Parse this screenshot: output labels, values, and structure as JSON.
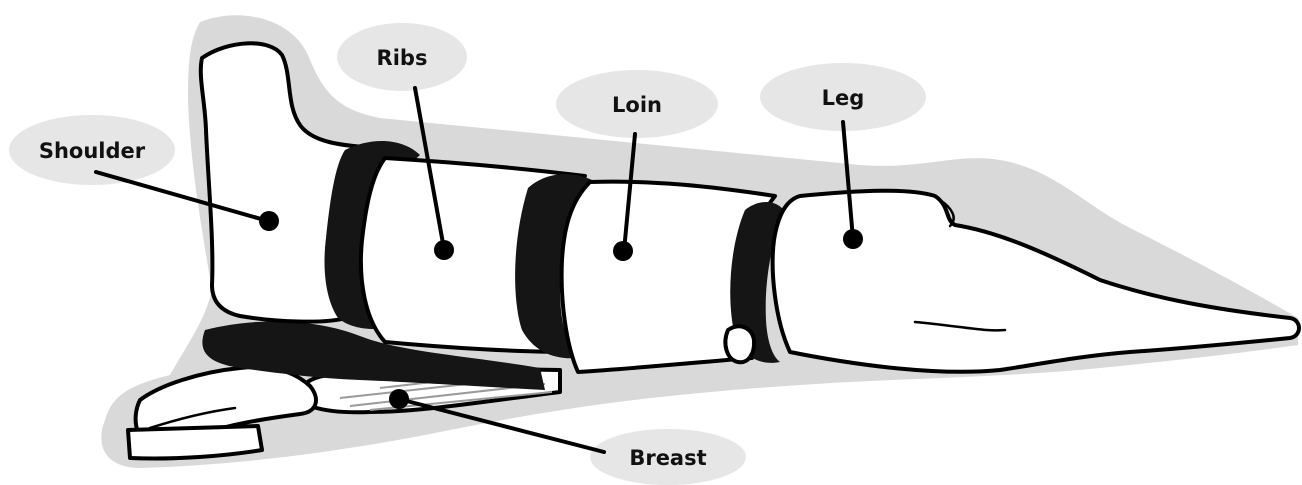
{
  "diagram": {
    "labels": {
      "shoulder": "Shoulder",
      "ribs": "Ribs",
      "loin": "Loin",
      "leg": "Leg",
      "breast": "Breast"
    }
  }
}
